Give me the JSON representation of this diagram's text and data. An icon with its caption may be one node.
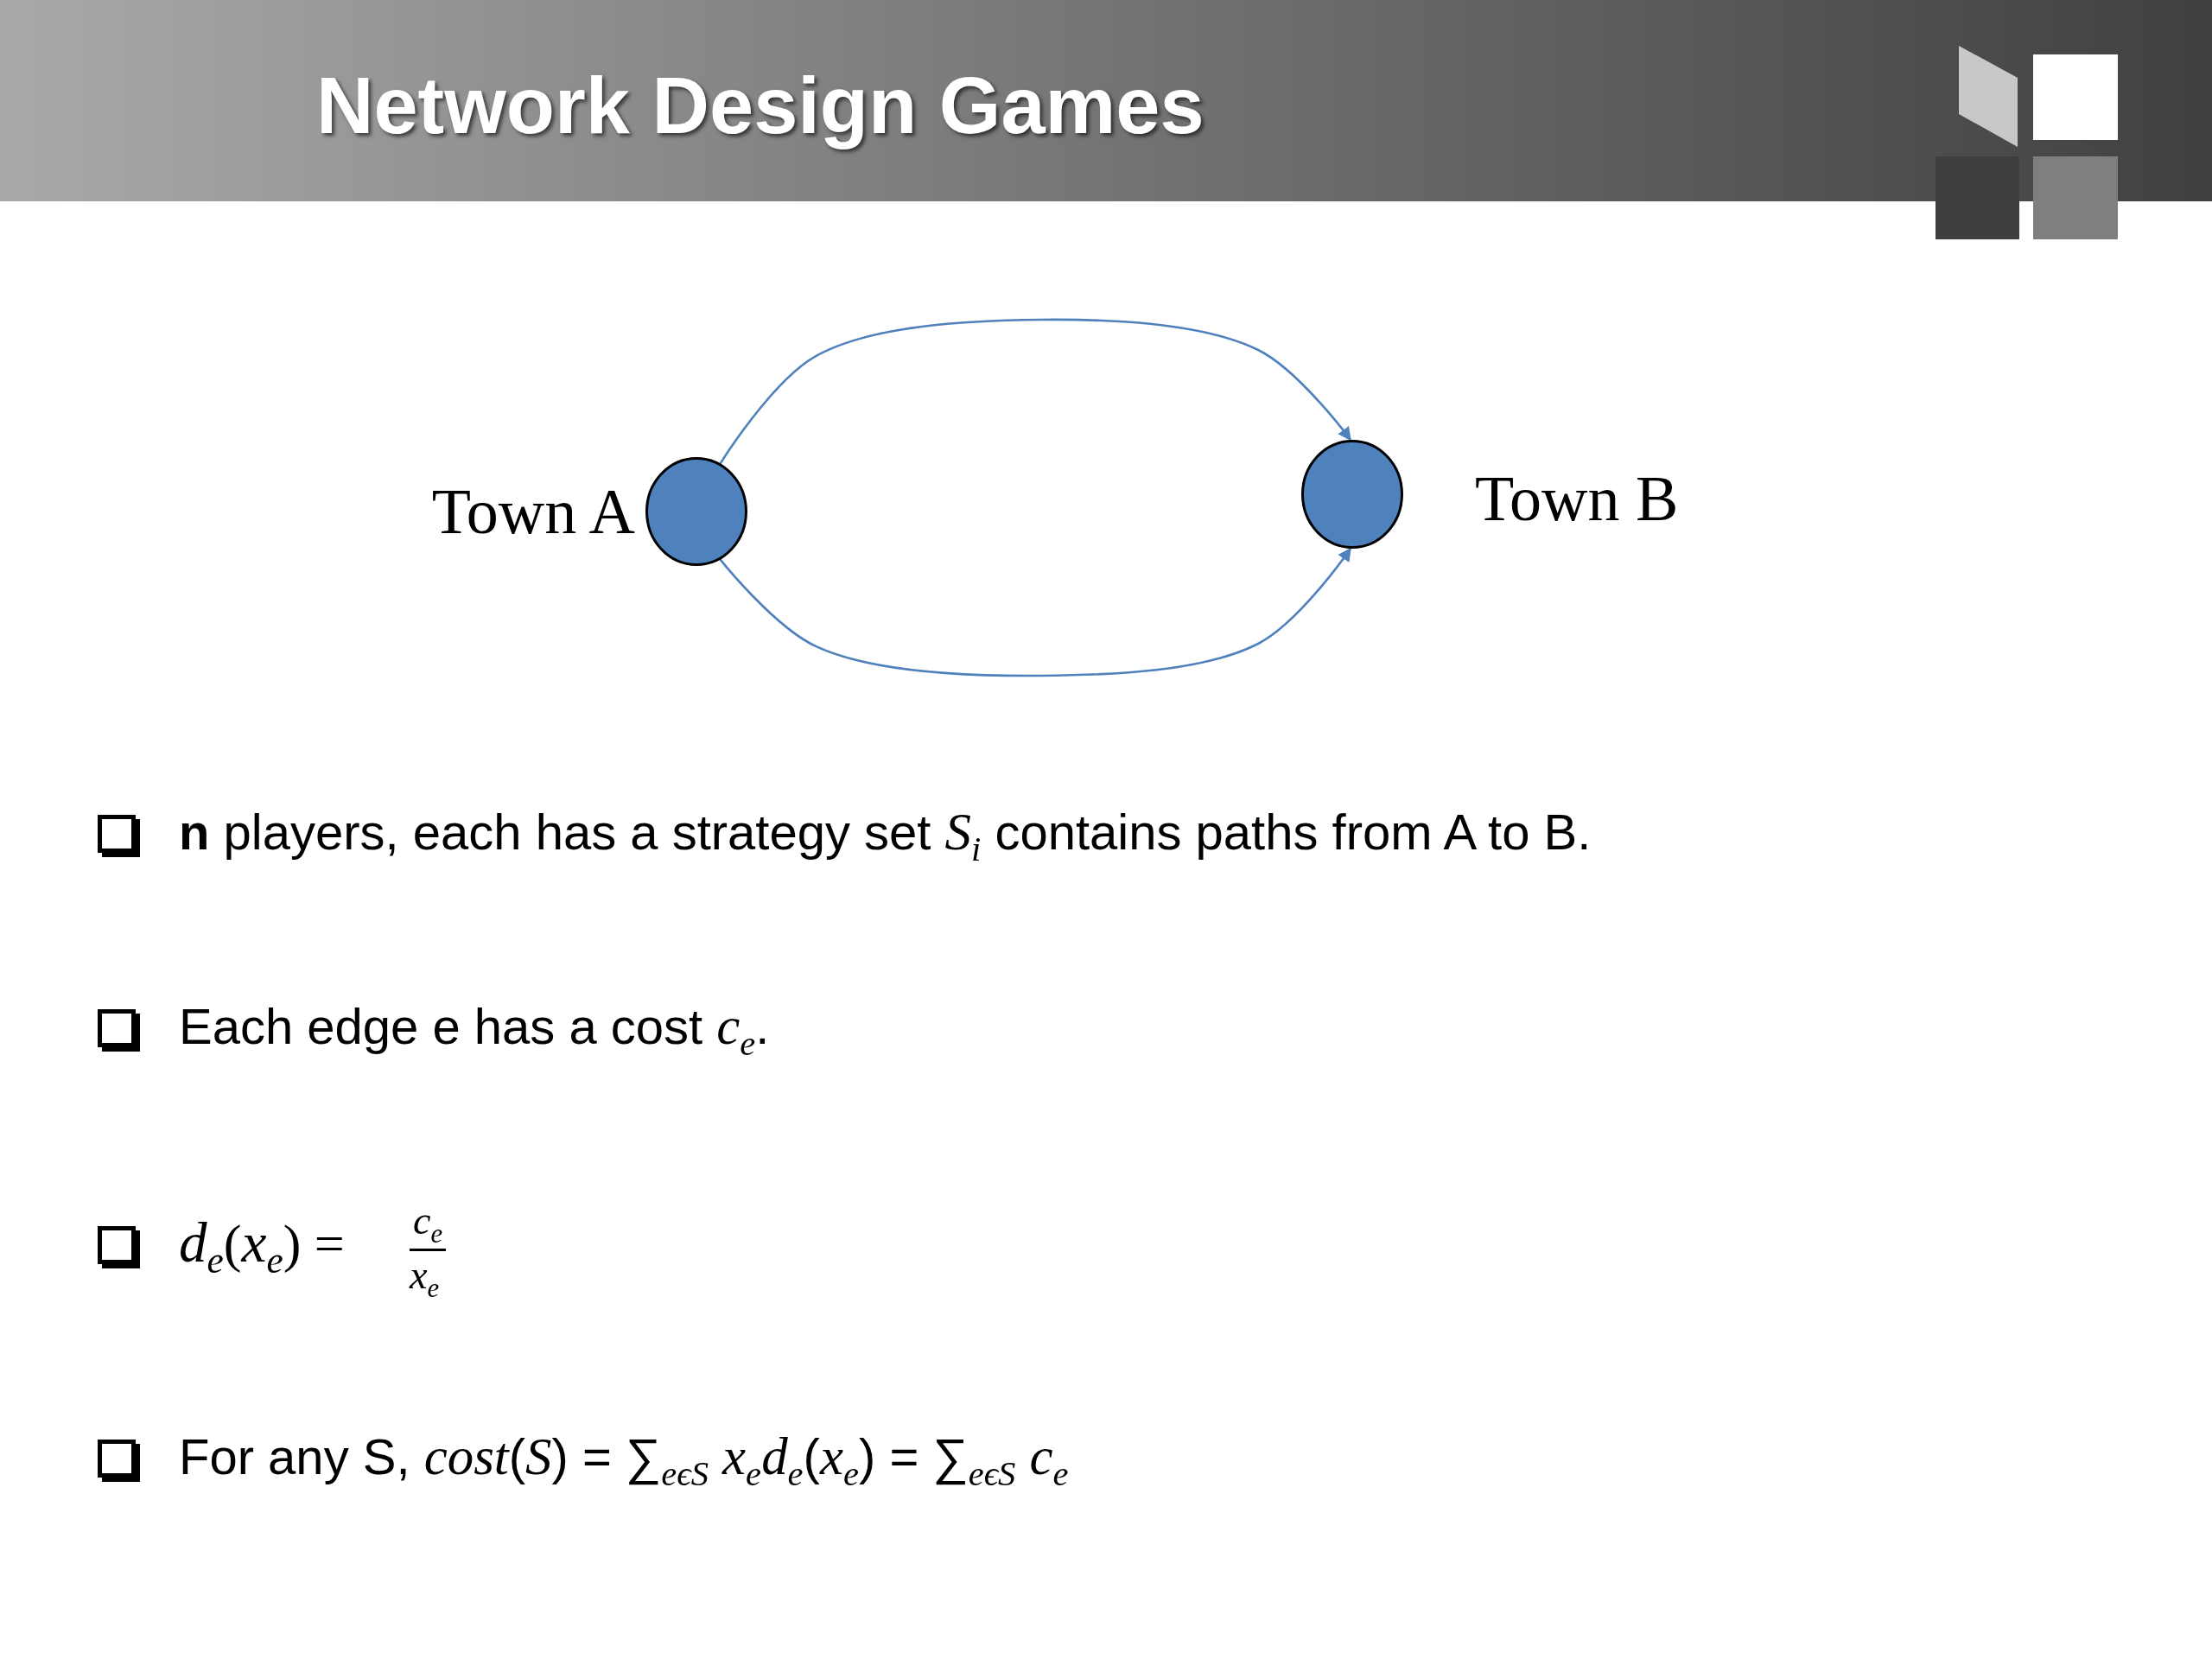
{
  "diagram": {
    "title": "Network Design Games",
    "nodes": [
      {
        "text": [],
        "shape": "circle",
        "beside": [
          "Town A"
        ]
      },
      {
        "text": [],
        "shape": "circle",
        "beside": [
          "Town B"
        ]
      }
    ],
    "edges": [
      {
        "from": 0,
        "to": 1,
        "arrow": "to"
      },
      {
        "from": 0,
        "to": 1,
        "arrow": "to"
      }
    ],
    "labels": [
      "**n** players, each has a strategy set *S*$_{i}$ contains paths from A to B.",
      "Each edge e has a cost *c*$_{e}$.",
      "*d*$_{e}$(*x*$_{e}$) =",
      "*c*$_{e}$",
      "*x*$_{e}$",
      "For any S, *cost*(*S*) = ∑$_{eϵS}$ *x*$_{e}$*d*$_{e}$(*x*$_{e}$) = ∑$_{eϵS}$ *c*$_{e}$"
    ]
  }
}
